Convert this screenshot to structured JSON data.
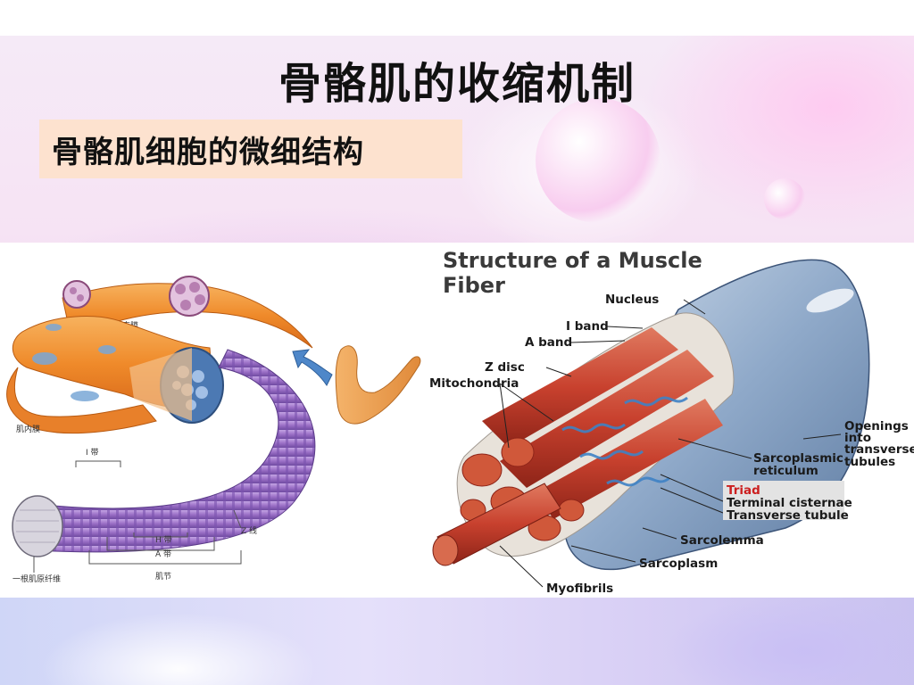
{
  "slide": {
    "title": "骨骼肌的收缩机制",
    "subtitle": "骨骼肌细胞的微细结构"
  },
  "left_diagram": {
    "labels": {
      "perimysium": "肌束膜",
      "endomysium": "肌内膜",
      "i_band": "I 带",
      "z_line": "Z 线",
      "h_band": "H 带",
      "a_band": "A 带",
      "sarcomere": "肌节",
      "myofibril": "一根肌原纤维"
    }
  },
  "right_diagram": {
    "title_line1": "Structure of a Muscle",
    "title_line2": "Fiber",
    "labels": {
      "nucleus": "Nucleus",
      "i_band": "I band",
      "a_band": "A band",
      "z_disc": "Z disc",
      "mitochondria": "Mitochondria",
      "openings": "Openings",
      "openings_into": "into",
      "openings_transverse": "transverse",
      "openings_tubules": "tubules",
      "sr_1": "Sarcoplasmic",
      "sr_2": "reticulum",
      "triad": "Triad",
      "terminal_cisternae": "Terminal cisternae",
      "transverse_tubule": "Transverse tubule",
      "sarcolemma": "Sarcolemma",
      "sarcoplasm": "Sarcoplasm",
      "myofibrils": "Myofibrils"
    }
  },
  "colors": {
    "title_box": "#fde2cf",
    "triad_red": "#cc1f1f",
    "fascicle_orange": "#f08a2a",
    "myofibril_purple": "#9b6fc6",
    "fiber_blue": "#8fa9c9",
    "myofibril_red": "#c8412e"
  }
}
